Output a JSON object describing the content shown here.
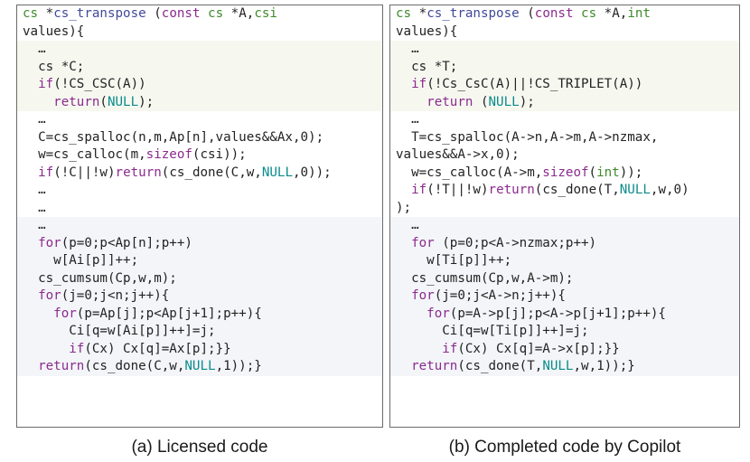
{
  "panel_a": {
    "lines": [
      {
        "bg": "w",
        "tokens": [
          {
            "t": "cs",
            "c": "ty"
          },
          {
            "t": " *",
            "c": "pl"
          },
          {
            "t": "cs_transpose",
            "c": "fn"
          },
          {
            "t": " (",
            "c": "pl"
          },
          {
            "t": "const",
            "c": "kw"
          },
          {
            "t": " ",
            "c": "pl"
          },
          {
            "t": "cs",
            "c": "ty"
          },
          {
            "t": " *A,",
            "c": "pl"
          },
          {
            "t": "csi",
            "c": "ty"
          }
        ]
      },
      {
        "bg": "w",
        "tokens": [
          {
            "t": "values){",
            "c": "pl"
          }
        ]
      },
      {
        "bg": "g",
        "tokens": [
          {
            "t": "  …",
            "c": "pl"
          }
        ]
      },
      {
        "bg": "g",
        "tokens": [
          {
            "t": "  cs *C;",
            "c": "pl"
          }
        ]
      },
      {
        "bg": "g",
        "tokens": [
          {
            "t": "  ",
            "c": "pl"
          },
          {
            "t": "if",
            "c": "kw"
          },
          {
            "t": "(!CS_CSC(A))",
            "c": "pl"
          }
        ]
      },
      {
        "bg": "g",
        "tokens": [
          {
            "t": "    ",
            "c": "pl"
          },
          {
            "t": "return",
            "c": "kw"
          },
          {
            "t": "(",
            "c": "pl"
          },
          {
            "t": "NULL",
            "c": "mc"
          },
          {
            "t": ");",
            "c": "pl"
          }
        ]
      },
      {
        "bg": "w",
        "tokens": [
          {
            "t": "  …",
            "c": "pl"
          }
        ]
      },
      {
        "bg": "w",
        "tokens": [
          {
            "t": "  C=cs_spalloc(n,m,Ap[n],values&&Ax,0);",
            "c": "pl"
          }
        ]
      },
      {
        "bg": "w",
        "tokens": [
          {
            "t": "  w=cs_calloc(m,",
            "c": "pl"
          },
          {
            "t": "sizeof",
            "c": "kw"
          },
          {
            "t": "(csi));",
            "c": "pl"
          }
        ]
      },
      {
        "bg": "w",
        "tokens": [
          {
            "t": "  ",
            "c": "pl"
          },
          {
            "t": "if",
            "c": "kw"
          },
          {
            "t": "(!C||!w)",
            "c": "pl"
          },
          {
            "t": "return",
            "c": "kw"
          },
          {
            "t": "(cs_done(C,w,",
            "c": "pl"
          },
          {
            "t": "NULL",
            "c": "mc"
          },
          {
            "t": ",0));",
            "c": "pl"
          }
        ]
      },
      {
        "bg": "w",
        "tokens": [
          {
            "t": "  …",
            "c": "pl"
          }
        ]
      },
      {
        "bg": "w",
        "tokens": [
          {
            "t": "  …",
            "c": "pl"
          }
        ]
      },
      {
        "bg": "b",
        "tokens": [
          {
            "t": "  …",
            "c": "pl"
          }
        ]
      },
      {
        "bg": "b",
        "tokens": [
          {
            "t": "  ",
            "c": "pl"
          },
          {
            "t": "for",
            "c": "kw"
          },
          {
            "t": "(p=0;p<Ap[n];p++)",
            "c": "pl"
          }
        ]
      },
      {
        "bg": "b",
        "tokens": [
          {
            "t": "    w[Ai[p]]++;",
            "c": "pl"
          }
        ]
      },
      {
        "bg": "b",
        "tokens": [
          {
            "t": "  cs_cumsum(Cp,w,m);",
            "c": "pl"
          }
        ]
      },
      {
        "bg": "b",
        "tokens": [
          {
            "t": "  ",
            "c": "pl"
          },
          {
            "t": "for",
            "c": "kw"
          },
          {
            "t": "(j=0;j<n;j++){",
            "c": "pl"
          }
        ]
      },
      {
        "bg": "b",
        "tokens": [
          {
            "t": "    ",
            "c": "pl"
          },
          {
            "t": "for",
            "c": "kw"
          },
          {
            "t": "(p=Ap[j];p<Ap[j+1];p++){",
            "c": "pl"
          }
        ]
      },
      {
        "bg": "b",
        "tokens": [
          {
            "t": "      Ci[q=w[Ai[p]]++]=j;",
            "c": "pl"
          }
        ]
      },
      {
        "bg": "b",
        "tokens": [
          {
            "t": "      ",
            "c": "pl"
          },
          {
            "t": "if",
            "c": "kw"
          },
          {
            "t": "(Cx) Cx[q]=Ax[p];}}",
            "c": "pl"
          }
        ]
      },
      {
        "bg": "b",
        "tokens": [
          {
            "t": "  ",
            "c": "pl"
          },
          {
            "t": "return",
            "c": "kw"
          },
          {
            "t": "(cs_done(C,w,",
            "c": "pl"
          },
          {
            "t": "NULL",
            "c": "mc"
          },
          {
            "t": ",1));}",
            "c": "pl"
          }
        ]
      }
    ],
    "caption": "(a) Licensed code"
  },
  "panel_b": {
    "lines": [
      {
        "bg": "w",
        "tokens": [
          {
            "t": "cs",
            "c": "ty"
          },
          {
            "t": " *",
            "c": "pl"
          },
          {
            "t": "cs_transpose",
            "c": "fn"
          },
          {
            "t": " (",
            "c": "pl"
          },
          {
            "t": "const",
            "c": "kw"
          },
          {
            "t": " ",
            "c": "pl"
          },
          {
            "t": "cs",
            "c": "ty"
          },
          {
            "t": " *A,",
            "c": "pl"
          },
          {
            "t": "int",
            "c": "ty"
          }
        ]
      },
      {
        "bg": "w",
        "tokens": [
          {
            "t": "values){",
            "c": "pl"
          }
        ]
      },
      {
        "bg": "g",
        "tokens": [
          {
            "t": "  …",
            "c": "pl"
          }
        ]
      },
      {
        "bg": "g",
        "tokens": [
          {
            "t": "  cs *T;",
            "c": "pl"
          }
        ]
      },
      {
        "bg": "g",
        "tokens": [
          {
            "t": "  ",
            "c": "pl"
          },
          {
            "t": "if",
            "c": "kw"
          },
          {
            "t": "(!Cs_CsC(A)||!CS_TRIPLET(A))",
            "c": "pl"
          }
        ]
      },
      {
        "bg": "g",
        "tokens": [
          {
            "t": "    ",
            "c": "pl"
          },
          {
            "t": "return",
            "c": "kw"
          },
          {
            "t": " (",
            "c": "pl"
          },
          {
            "t": "NULL",
            "c": "mc"
          },
          {
            "t": ");",
            "c": "pl"
          }
        ]
      },
      {
        "bg": "w",
        "tokens": [
          {
            "t": "  …",
            "c": "pl"
          }
        ]
      },
      {
        "bg": "w",
        "tokens": [
          {
            "t": "  T=cs_spalloc(A->n,A->m,A->nzmax,",
            "c": "pl"
          }
        ]
      },
      {
        "bg": "w",
        "tokens": [
          {
            "t": "values&&A->x,0);",
            "c": "pl"
          }
        ]
      },
      {
        "bg": "w",
        "tokens": [
          {
            "t": "  w=cs_calloc(A->m,",
            "c": "pl"
          },
          {
            "t": "sizeof",
            "c": "kw"
          },
          {
            "t": "(",
            "c": "pl"
          },
          {
            "t": "int",
            "c": "ty"
          },
          {
            "t": "));",
            "c": "pl"
          }
        ]
      },
      {
        "bg": "w",
        "tokens": [
          {
            "t": "  ",
            "c": "pl"
          },
          {
            "t": "if",
            "c": "kw"
          },
          {
            "t": "(!T||!w)",
            "c": "pl"
          },
          {
            "t": "return",
            "c": "kw"
          },
          {
            "t": "(cs_done(T,",
            "c": "pl"
          },
          {
            "t": "NULL",
            "c": "mc"
          },
          {
            "t": ",w,0)",
            "c": "pl"
          }
        ]
      },
      {
        "bg": "w",
        "tokens": [
          {
            "t": ");",
            "c": "pl"
          }
        ]
      },
      {
        "bg": "b",
        "tokens": [
          {
            "t": "  …",
            "c": "pl"
          }
        ]
      },
      {
        "bg": "b",
        "tokens": [
          {
            "t": "  ",
            "c": "pl"
          },
          {
            "t": "for",
            "c": "kw"
          },
          {
            "t": " (p=0;p<A->nzmax;p++)",
            "c": "pl"
          }
        ]
      },
      {
        "bg": "b",
        "tokens": [
          {
            "t": "    w[Ti[p]]++;",
            "c": "pl"
          }
        ]
      },
      {
        "bg": "b",
        "tokens": [
          {
            "t": "  cs_cumsum(Cp,w,A->m);",
            "c": "pl"
          }
        ]
      },
      {
        "bg": "b",
        "tokens": [
          {
            "t": "  ",
            "c": "pl"
          },
          {
            "t": "for",
            "c": "kw"
          },
          {
            "t": "(j=0;j<A->n;j++){",
            "c": "pl"
          }
        ]
      },
      {
        "bg": "b",
        "tokens": [
          {
            "t": "    ",
            "c": "pl"
          },
          {
            "t": "for",
            "c": "kw"
          },
          {
            "t": "(p=A->p[j];p<A->p[j+1];p++){",
            "c": "pl"
          }
        ]
      },
      {
        "bg": "b",
        "tokens": [
          {
            "t": "      Ci[q=w[Ti[p]]++]=j;",
            "c": "pl"
          }
        ]
      },
      {
        "bg": "b",
        "tokens": [
          {
            "t": "      ",
            "c": "pl"
          },
          {
            "t": "if",
            "c": "kw"
          },
          {
            "t": "(Cx) Cx[q]=A->x[p];}}",
            "c": "pl"
          }
        ]
      },
      {
        "bg": "b",
        "tokens": [
          {
            "t": "  ",
            "c": "pl"
          },
          {
            "t": "return",
            "c": "kw"
          },
          {
            "t": "(cs_done(T,",
            "c": "pl"
          },
          {
            "t": "NULL",
            "c": "mc"
          },
          {
            "t": ",w,1));}",
            "c": "pl"
          }
        ]
      }
    ],
    "caption": "(b) Completed code by Copilot"
  },
  "colors": {
    "keyword": "#8b2b8e",
    "type": "#3f8a2a",
    "macro": "#0a8b8b",
    "function": "#404a9a",
    "plain": "#222222",
    "bg_green": "#f6f8f0",
    "bg_blue": "#f3f5f8"
  }
}
